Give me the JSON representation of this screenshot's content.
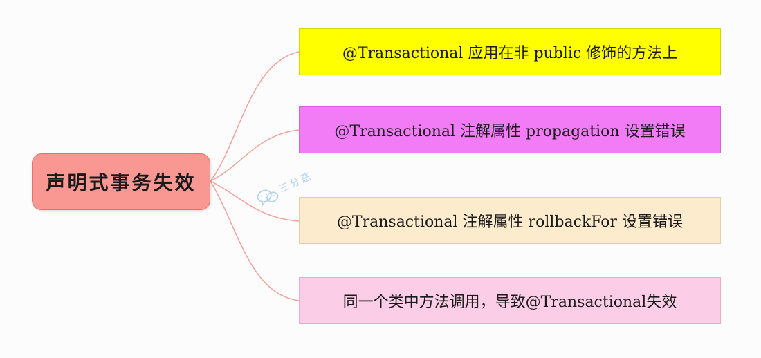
{
  "root": {
    "label": "声明式事务失效",
    "color": "#f99792"
  },
  "branches": [
    {
      "label": "@Transactional 应用在非 public 修饰的方法上",
      "color": "#ffff00"
    },
    {
      "label": "@Transactional 注解属性 propagation 设置错误",
      "color": "#f17cf6"
    },
    {
      "label": "@Transactional 注解属性 rollbackFor 设置错误",
      "color": "#fcebcc"
    },
    {
      "label": "同一个类中方法调用，导致@Transactional失效",
      "color": "#fbcde6"
    }
  ],
  "connector_color": "#f2a09a",
  "watermark": {
    "icon": "wechat-icon",
    "text": "三分恶"
  }
}
